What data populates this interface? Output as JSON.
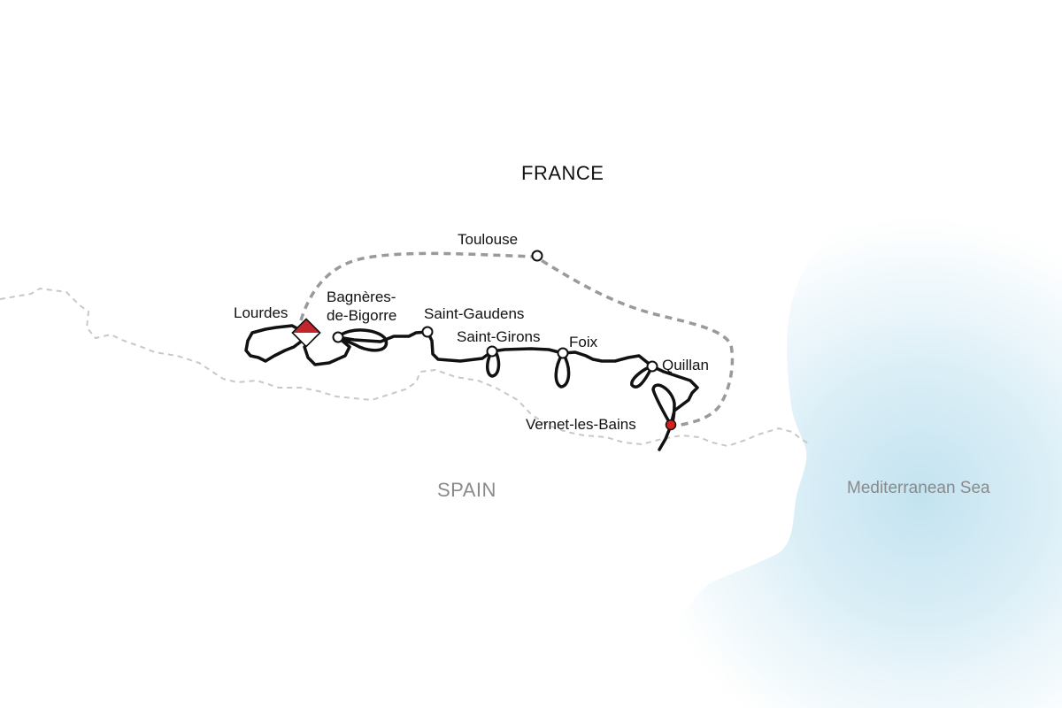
{
  "map": {
    "countries": {
      "france": "FRANCE",
      "spain": "SPAIN"
    },
    "sea": "Mediterranean Sea",
    "places": {
      "lourdes": "Lourdes",
      "bagneres_1": "Bagnères-",
      "bagneres_2": "de-Bigorre",
      "saint_gaudens": "Saint-Gaudens",
      "saint_girons": "Saint-Girons",
      "foix": "Foix",
      "quillan": "Quillan",
      "vernet": "Vernet-les-Bains",
      "toulouse": "Toulouse"
    },
    "colors": {
      "route": "#111111",
      "transfer": "#9a9a9a",
      "border": "#c8c8c8",
      "sea": "#bfe1ef",
      "end_marker": "#d61f1f",
      "start_marker": "#c0262b",
      "country_france": "#111111",
      "country_spain": "#8a8a8a"
    },
    "legend_icons": {
      "start": "start-flag-icon",
      "end": "end-point-icon",
      "stop": "stop-circle-icon"
    }
  }
}
